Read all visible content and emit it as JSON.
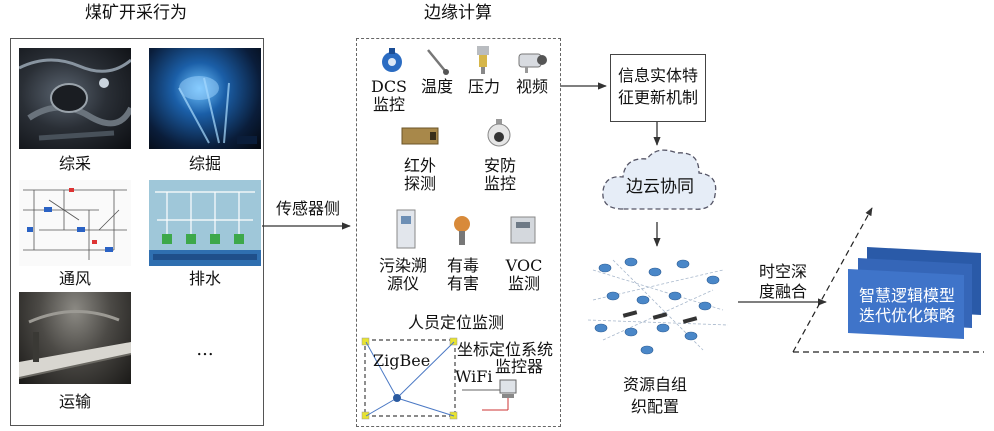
{
  "left_panel": {
    "title": "煤矿开采行为",
    "items": [
      {
        "label": "综采",
        "image_id": "fully-mechanized-mining"
      },
      {
        "label": "综掘",
        "image_id": "fully-mechanized-tunneling"
      },
      {
        "label": "通风",
        "image_id": "ventilation-diagram"
      },
      {
        "label": "排水",
        "image_id": "drainage-scada"
      },
      {
        "label": "运输",
        "image_id": "conveyor-transport"
      },
      {
        "label": "..."
      }
    ]
  },
  "sensor_side_label": "传感器侧",
  "edge_panel": {
    "title": "边缘计算",
    "sensors": [
      {
        "label": "DCS\n监控",
        "icon": "dcs-valve-icon"
      },
      {
        "label": "温度",
        "icon": "thermometer-icon"
      },
      {
        "label": "压力",
        "icon": "pressure-sensor-icon"
      },
      {
        "label": "视频",
        "icon": "video-camera-icon"
      },
      {
        "label": "红外\n探测",
        "icon": "infrared-detector-icon"
      },
      {
        "label": "安防\n监控",
        "icon": "security-dome-camera-icon"
      },
      {
        "label": "污染溯\n源仪",
        "icon": "pollution-tracer-icon"
      },
      {
        "label": "有毒\n有害",
        "icon": "toxic-gas-detector-icon"
      },
      {
        "label": "VOC\n监测",
        "icon": "voc-monitor-icon"
      }
    ],
    "positioning": {
      "title": "人员定位监测",
      "zigbee": "ZigBee",
      "coord_system": "坐标定位系统",
      "wifi": "WiFi",
      "monitor": "监控器"
    }
  },
  "update_box": "信息实体特\n征更新机制",
  "cloud_label": "边云协同",
  "resource_label": "资源自组\n织配置",
  "fusion_label": "时空深\n度融合",
  "strategy_label": "智慧逻辑模型\n迭代优化策略",
  "colors": {
    "strategy_fill": "#3f74c9",
    "strategy_back": "#2a5aa8",
    "cloud_fill": "#e6edf7",
    "node_blue": "#4a87c8"
  }
}
